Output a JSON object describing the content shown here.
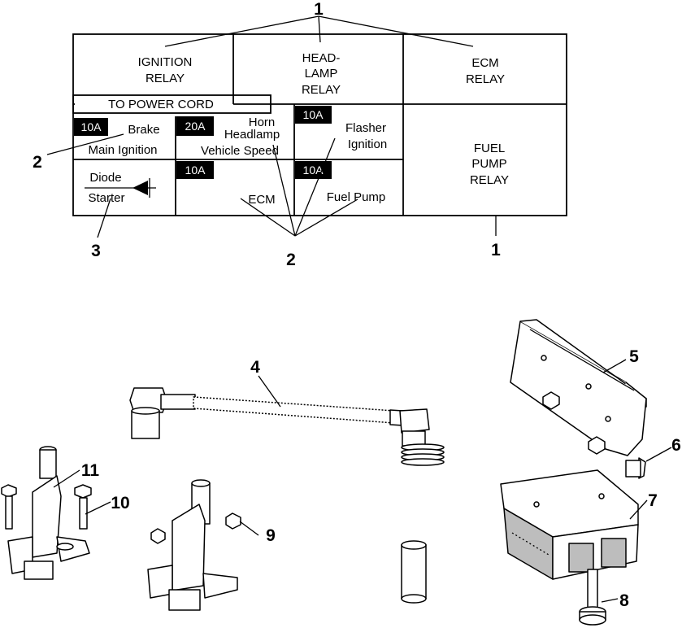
{
  "fuse_box": {
    "relays": {
      "ignition": [
        "IGNITION",
        "RELAY"
      ],
      "headlamp": [
        "HEAD-",
        "LAMP",
        "RELAY"
      ],
      "ecm": [
        "ECM",
        "RELAY"
      ],
      "fuel_pump": [
        "FUEL",
        "PUMP",
        "RELAY"
      ]
    },
    "power_cord": "TO POWER CORD",
    "fuses": [
      {
        "rating": "10A",
        "lines": [
          "Brake",
          "Main Ignition"
        ]
      },
      {
        "rating": "20A",
        "lines": [
          "Horn",
          "Headlamp",
          "Vehicle Speed"
        ]
      },
      {
        "rating": "10A",
        "lines": [
          "Flasher",
          "Ignition"
        ]
      },
      {
        "rating": "10A",
        "lines": [
          "ECM"
        ]
      },
      {
        "rating": "10A",
        "lines": [
          "Fuel Pump"
        ]
      }
    ],
    "diode": [
      "Diode",
      "Starter"
    ]
  },
  "callouts": {
    "relay_top": "1",
    "relay_bottom": "1",
    "fuse_left": "2",
    "fuse_bottom": "2",
    "diode": "3",
    "harness": "4",
    "bracket": "5",
    "screw": "6",
    "ecm_module": "7",
    "bolt": "8",
    "nut": "9",
    "bolt_pair": "10",
    "mount": "11"
  }
}
